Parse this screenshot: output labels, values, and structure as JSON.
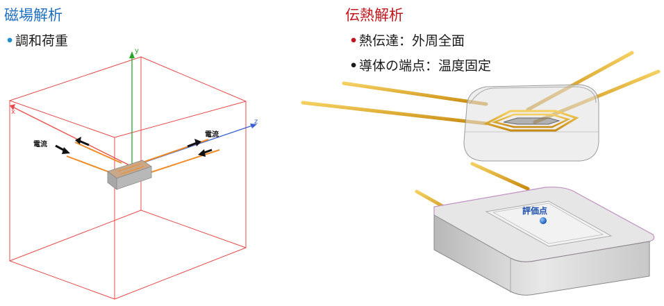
{
  "left": {
    "title": "磁場解析",
    "bullets": [
      "調和荷重"
    ],
    "current_label_left": "電流",
    "current_label_right": "電流",
    "axis_y": "y",
    "axis_z": "z",
    "axis_x": "x"
  },
  "right": {
    "title": "伝熱解析",
    "bullets": [
      "熱伝達：外周全面",
      "導体の端点：温度固定"
    ],
    "eval_label": "評価点"
  },
  "colors": {
    "left_title": "#1f6fbf",
    "right_title": "#c0161e",
    "left_bullet_dot": "#1f8fd0",
    "right_bullet_dot": "#c0161e",
    "box_lines": "#e84a4a",
    "axis_green": "#2aa52a",
    "axis_blue": "#3a5fd0",
    "conductor": "#e5a82a",
    "current_line": "#f28c28"
  }
}
